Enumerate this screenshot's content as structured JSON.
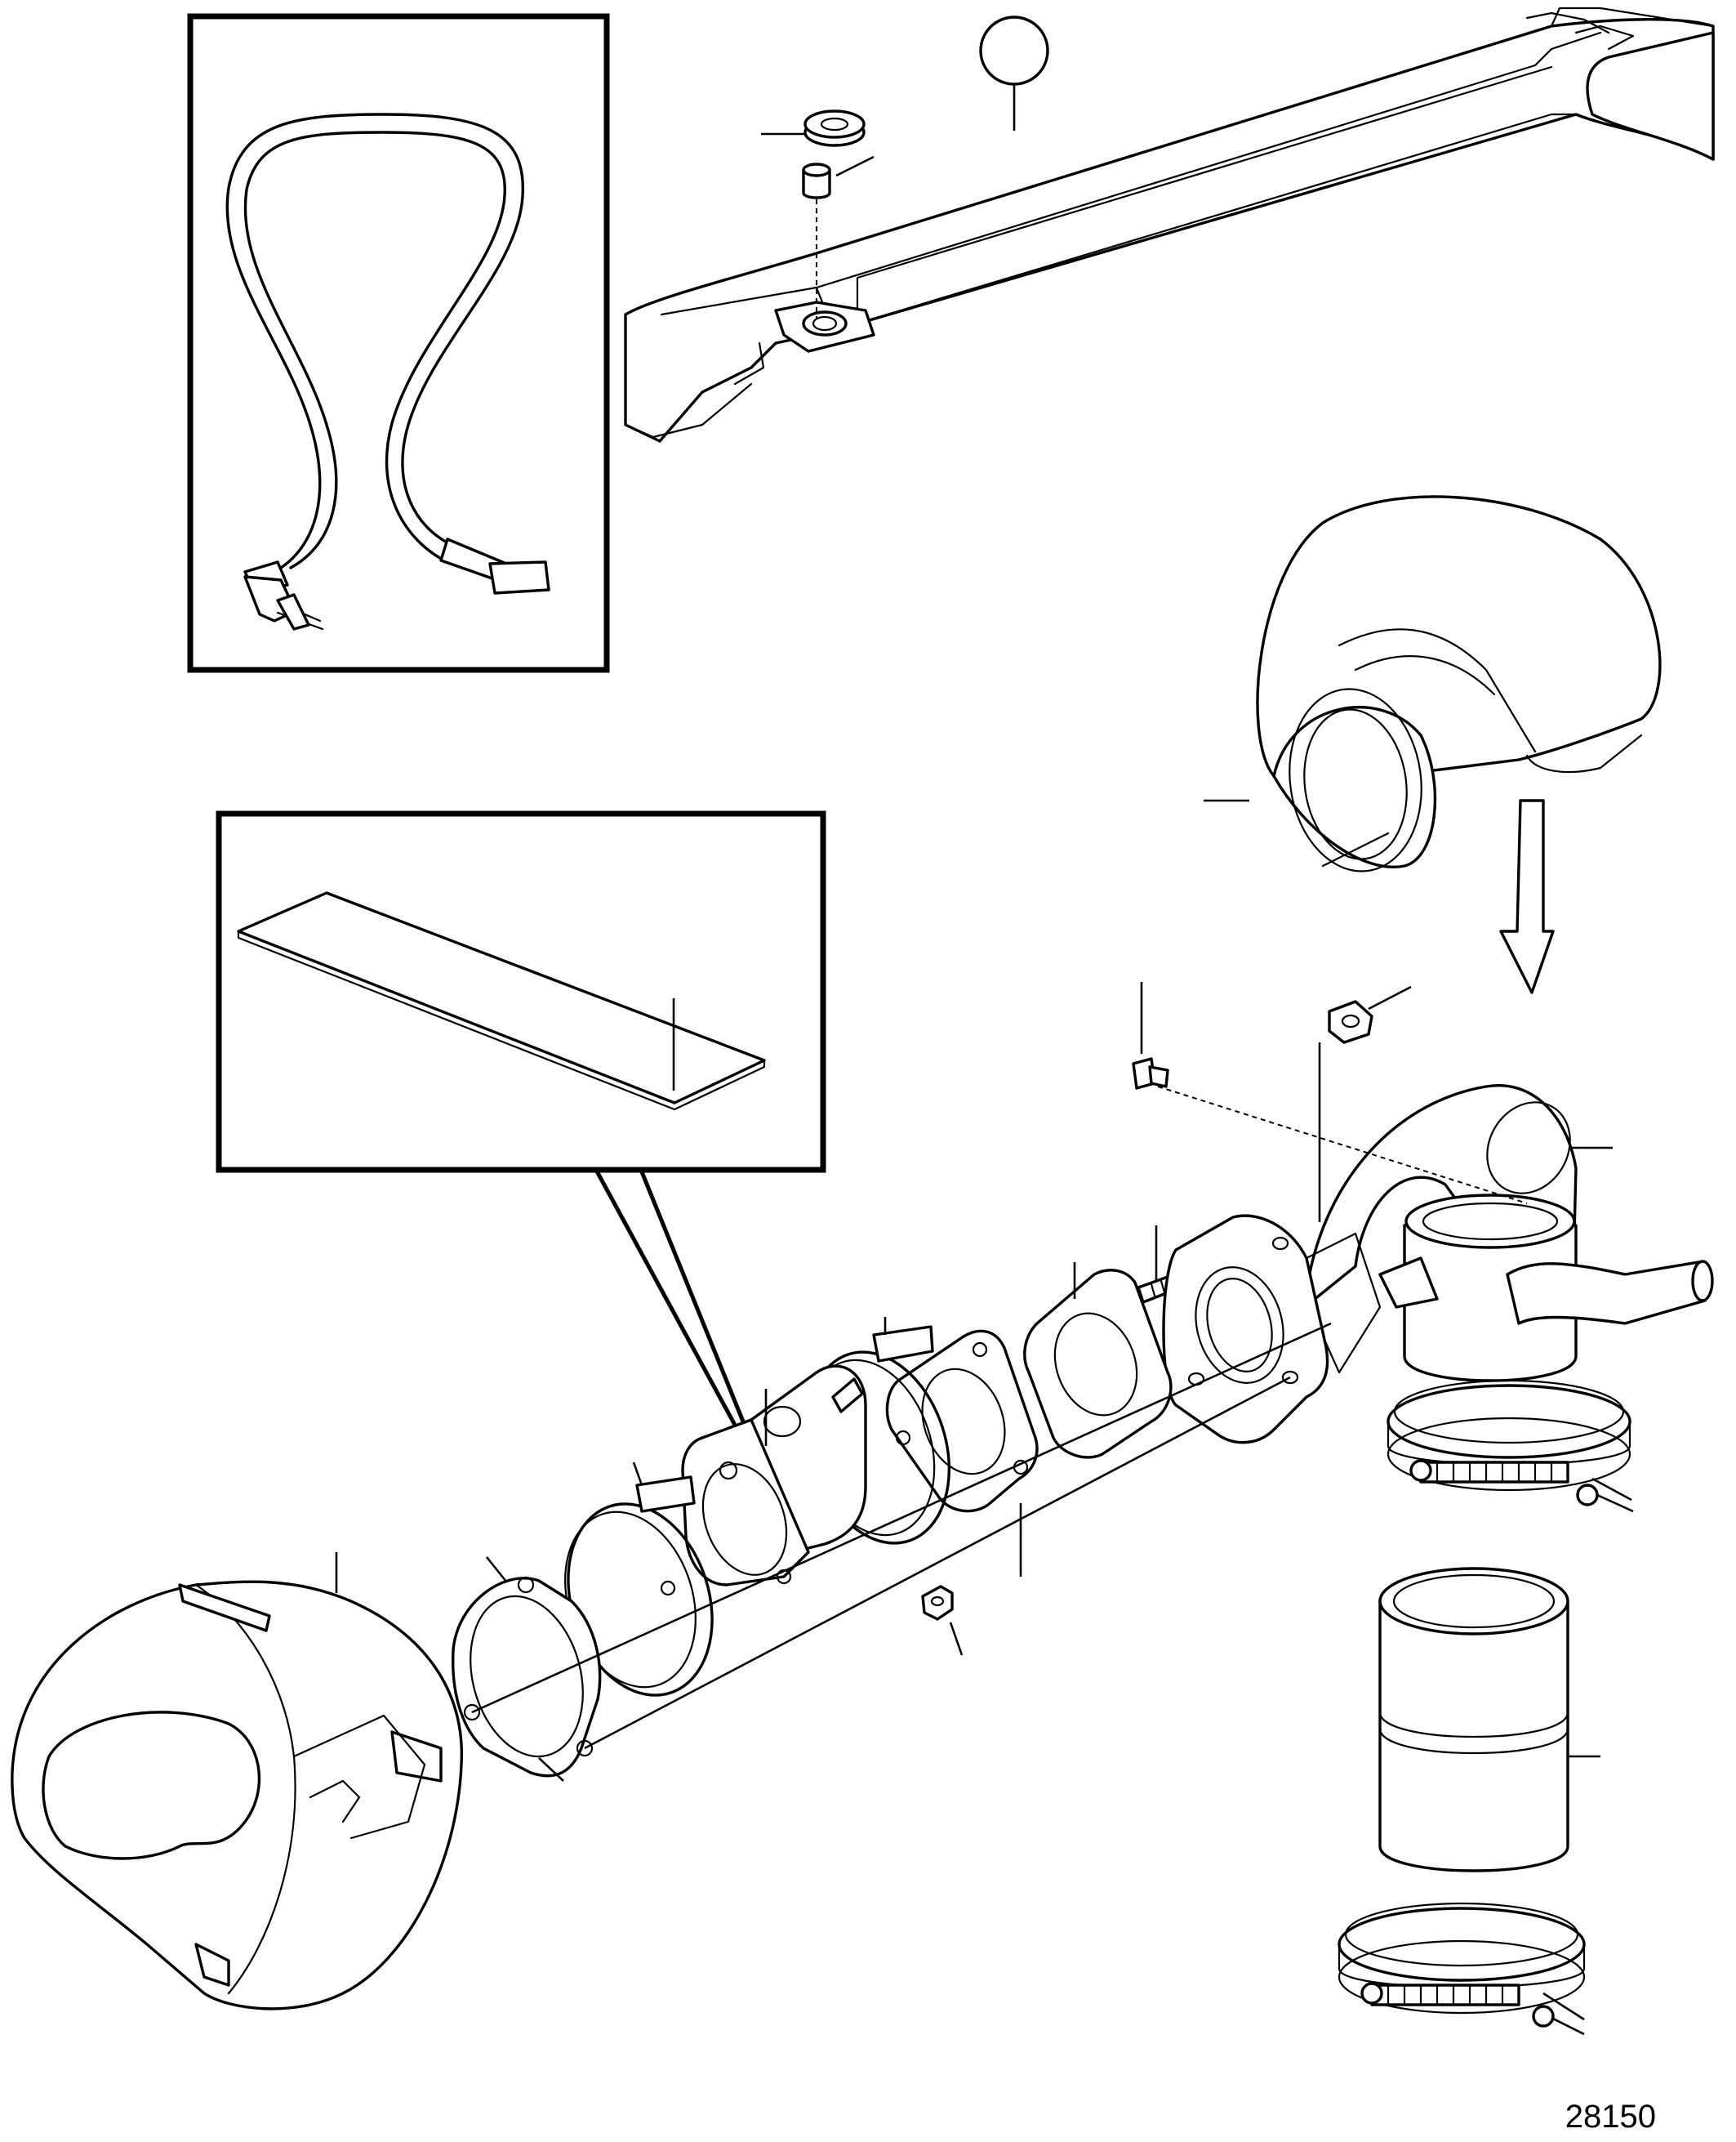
{
  "figure": {
    "number": "28150"
  },
  "parts": [
    "heat-shield-rail",
    "rubber-grommet",
    "spacer-sleeve",
    "temperature-sensor-cable",
    "insulation-tape",
    "exhaust-elbow-cover",
    "exhaust-elbow",
    "flange-gasket",
    "riser-gasket",
    "stud",
    "nut",
    "hose-clamp",
    "exhaust-hose",
    "turbo-heat-shield",
    "exhaust-adapter"
  ]
}
